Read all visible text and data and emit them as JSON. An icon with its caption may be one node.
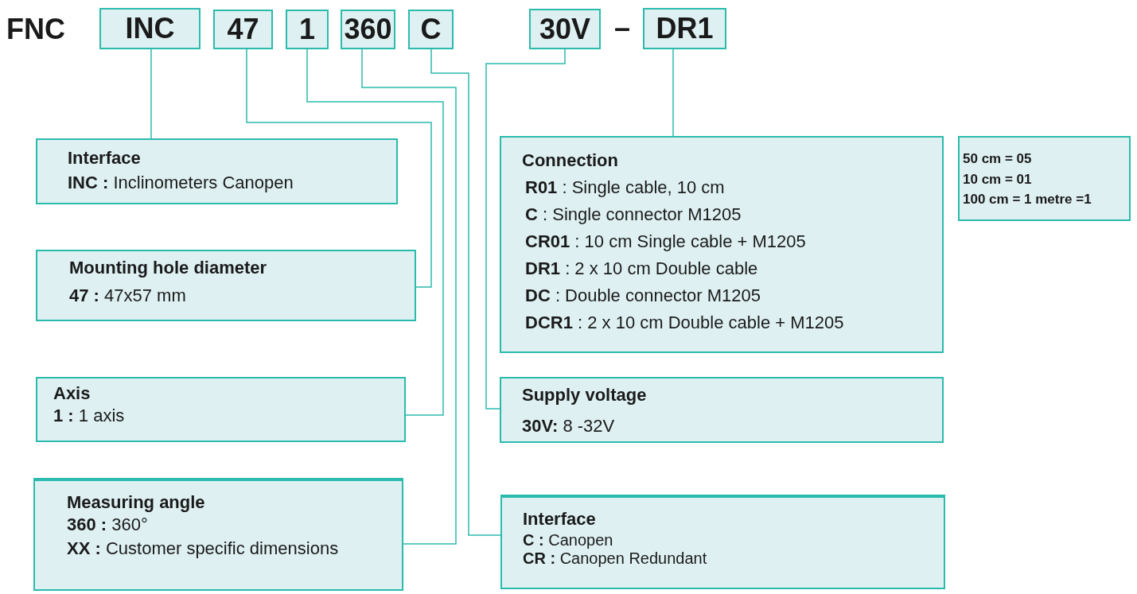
{
  "diagram": {
    "nodes": [
      {
        "text": [
          "INC"
        ]
      },
      {
        "text": [
          "47"
        ]
      },
      {
        "text": [
          "1"
        ]
      },
      {
        "text": [
          "360"
        ]
      },
      {
        "text": [
          "C"
        ]
      },
      {
        "text": [
          "30V"
        ]
      },
      {
        "text": [
          "DR1"
        ]
      },
      {
        "text": [
          "Interface",
          "**INC :**  Inclinometers Canopen"
        ]
      },
      {
        "text": [
          "Mounting hole diameter",
          "**47 :** 47x57 mm"
        ]
      },
      {
        "text": [
          "Axis",
          "**1 :** 1 axis"
        ]
      },
      {
        "text": [
          "Measuring angle",
          "**360 :** 360°",
          "**XX :** Customer specific dimensions"
        ]
      },
      {
        "text": [
          "Connection",
          "**R01** : Single cable, 10 cm",
          "**C** : Single connector M1205",
          "**CR01** : 10 cm Single cable + M1205",
          "**DR1** : 2 x 10 cm Double cable",
          "**DC** : Double connector M1205",
          "**DCR1** : 2 x 10 cm Double cable + M1205"
        ]
      },
      {
        "text": [
          "Supply voltage",
          "**30V:** 8 -32V"
        ]
      },
      {
        "text": [
          "Interface",
          "**C :** Canopen",
          "**CR :** Canopen Redundant"
        ]
      },
      {
        "text": [
          "50 cm = 05",
          "10 cm = 01",
          "100 cm = 1 metre =1"
        ]
      }
    ],
    "edges": [
      {
        "from": 0,
        "to": 7,
        "arrow": "none"
      },
      {
        "from": 1,
        "to": 8,
        "arrow": "none"
      },
      {
        "from": 2,
        "to": 9,
        "arrow": "none"
      },
      {
        "from": 3,
        "to": 10,
        "arrow": "none"
      },
      {
        "from": 4,
        "to": 13,
        "arrow": "none"
      },
      {
        "from": 5,
        "to": 12,
        "arrow": "none"
      },
      {
        "from": 6,
        "to": 11,
        "arrow": "none"
      }
    ],
    "labels": [
      "FNC",
      "–"
    ]
  }
}
